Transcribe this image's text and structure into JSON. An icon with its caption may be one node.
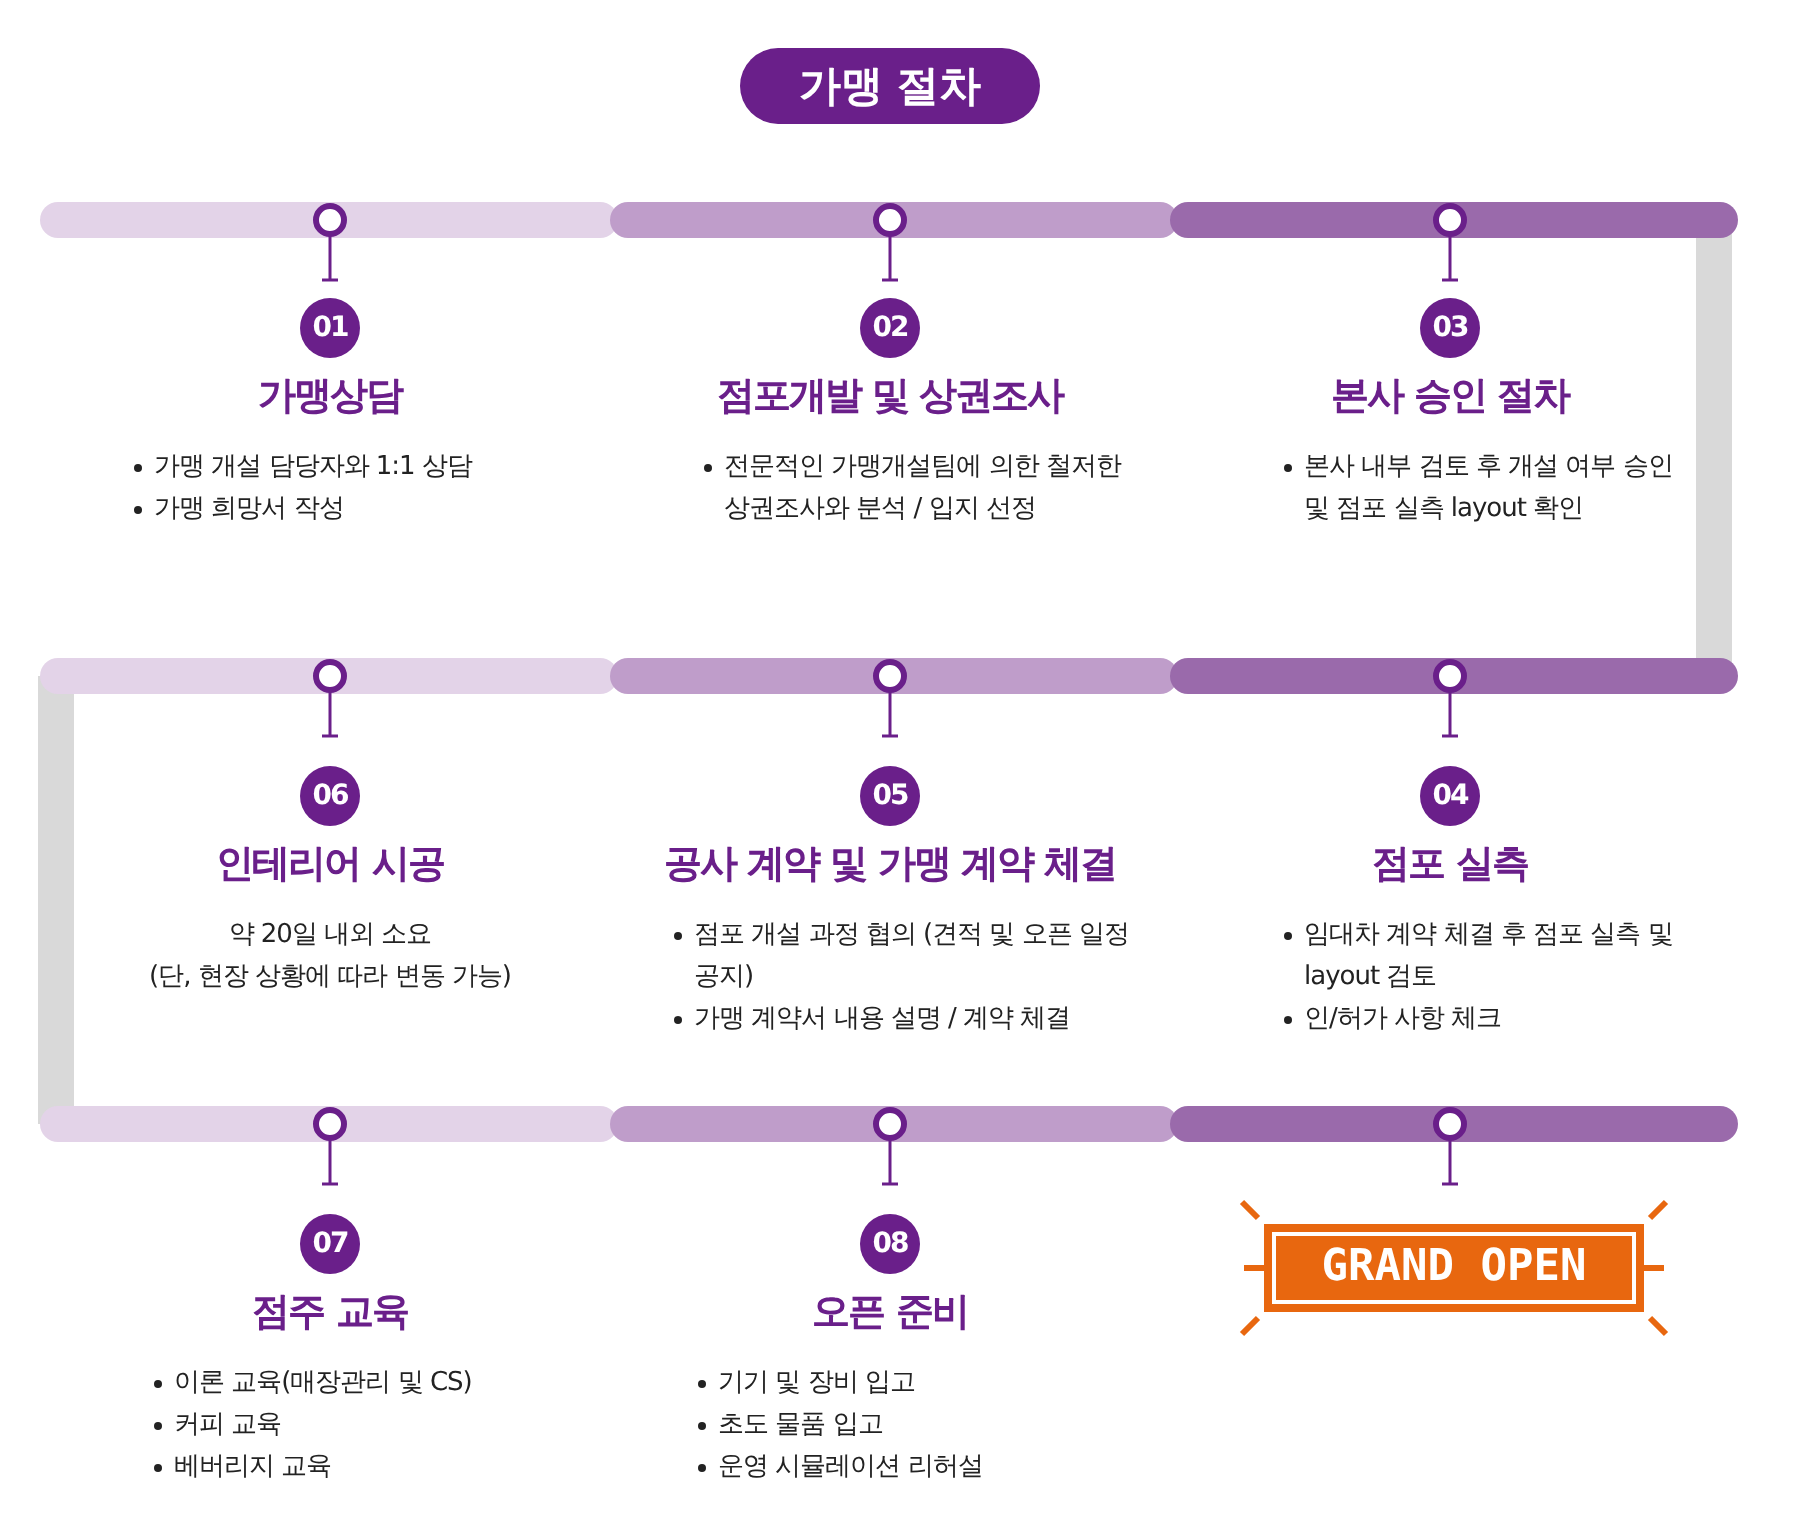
{
  "diagram": {
    "title": "가맹 절차",
    "nodes": [
      {
        "text": [
          "01",
          "가맹상담",
          "가맹 개설 담당자와 1:1 상담",
          "가맹 희망서 작성"
        ]
      },
      {
        "text": [
          "02",
          "점포개발 및 상권조사",
          "전문적인 가맹개설팀에 의한 철저한 상권조사와 분석 / 입지 선정"
        ]
      },
      {
        "text": [
          "03",
          "본사 승인 절차",
          "본사 내부 검토 후 개설 여부 승인 및 점포 실측 layout 확인"
        ]
      },
      {
        "text": [
          "06",
          "인테리어 시공",
          "약 20일 내외 소요",
          "(단, 현장 상황에 따라 변동 가능)"
        ]
      },
      {
        "text": [
          "05",
          "공사 계약 및 가맹 계약 체결",
          "점포 개설 과정 협의 (견적 및 오픈 일정 공지)",
          "가맹 계약서 내용 설명 / 계약 체결"
        ]
      },
      {
        "text": [
          "04",
          "점포 실측",
          "임대차 계약 체결 후 점포 실측 및 layout 검토",
          "인/허가 사항 체크"
        ]
      },
      {
        "text": [
          "07",
          "점주 교육",
          "이론 교육(매장관리 및 CS)",
          "커피 교육",
          "베버리지 교육"
        ]
      },
      {
        "text": [
          "08",
          "오픈 준비",
          "기기 및 장비 입고",
          "초도 물품 입고",
          "운영 시뮬레이션 리허설"
        ]
      },
      {
        "text": [
          "GRAND OPEN"
        ]
      }
    ]
  }
}
